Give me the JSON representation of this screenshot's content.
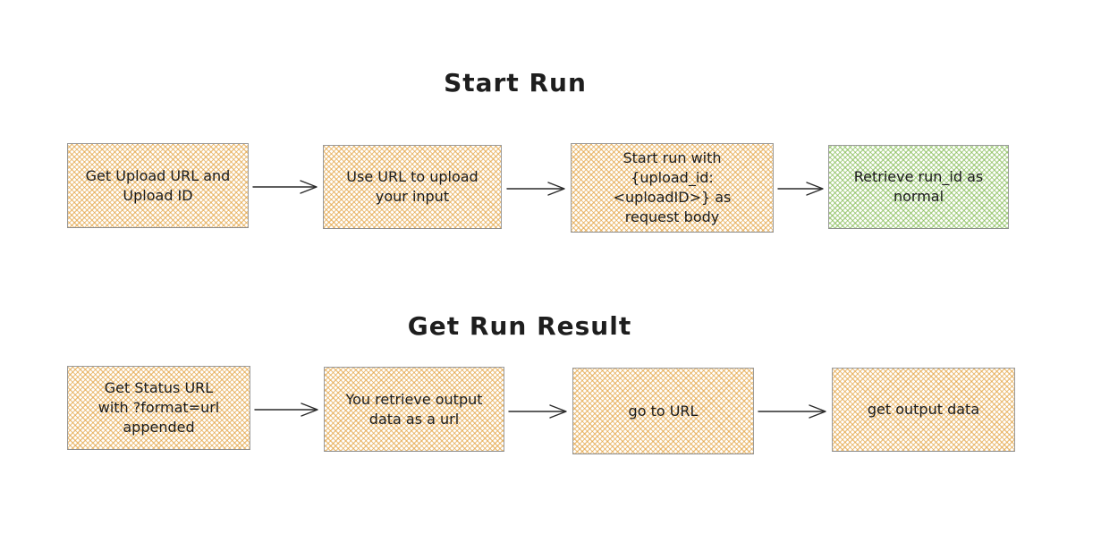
{
  "diagram": {
    "type": "flowchart",
    "background": "#ffffff",
    "colors": {
      "node_hatch_orange": "#e2a03c",
      "node_hatch_green": "#80b94e",
      "node_border": "#9b9b9b",
      "text": "#1c1c1c",
      "arrow": "#2a2a2a"
    },
    "sections": [
      {
        "title": "Start Run",
        "nodes": [
          {
            "label": "Get Upload URL and\nUpload ID",
            "variant": "orange"
          },
          {
            "label": "Use URL to upload\nyour input",
            "variant": "orange"
          },
          {
            "label": "Start run with\n{upload_id:\n<uploadID>} as\nrequest body",
            "variant": "orange"
          },
          {
            "label": "Retrieve run_id as\nnormal",
            "variant": "green"
          }
        ]
      },
      {
        "title": "Get Run Result",
        "nodes": [
          {
            "label": "Get Status URL\nwith ?format=url\nappended",
            "variant": "orange"
          },
          {
            "label": "You retrieve output\ndata as a url",
            "variant": "orange"
          },
          {
            "label": "go to URL",
            "variant": "orange"
          },
          {
            "label": "get output data",
            "variant": "orange"
          }
        ]
      }
    ]
  }
}
